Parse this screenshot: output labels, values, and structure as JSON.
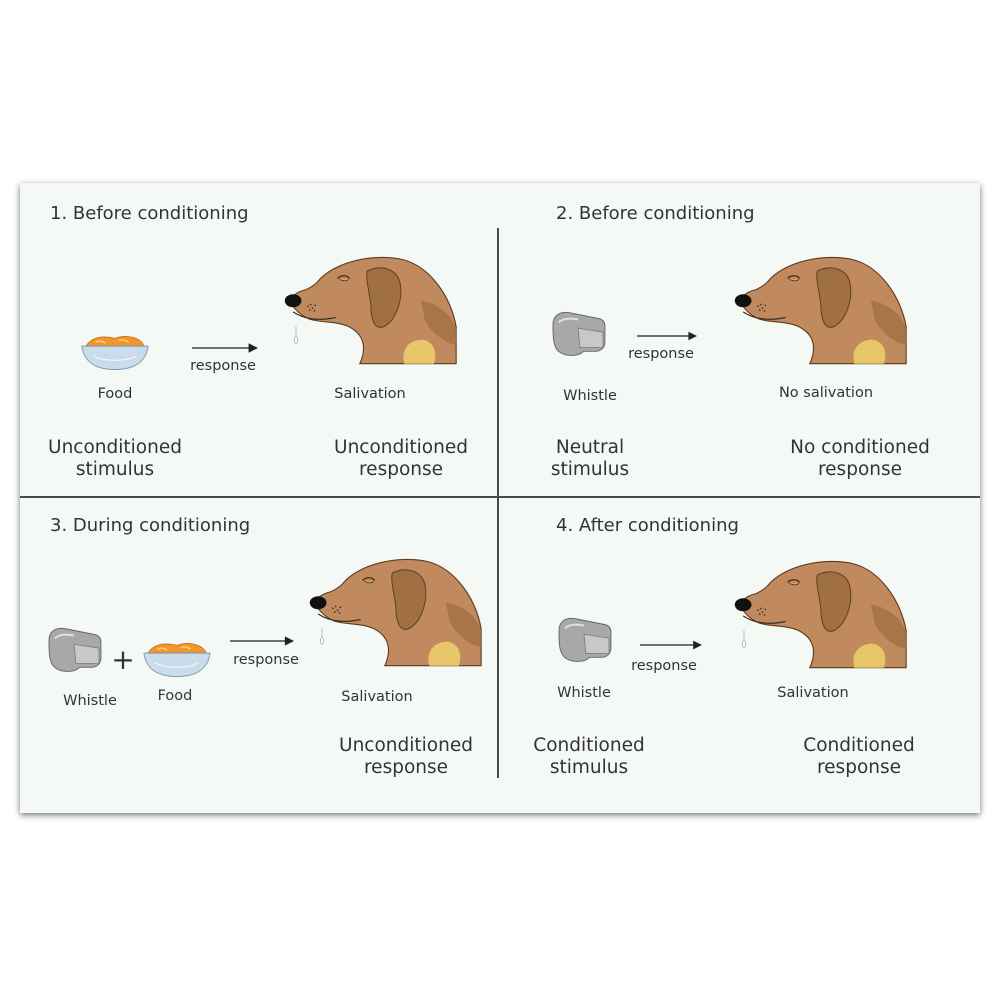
{
  "panels": [
    {
      "title": "1. Before conditioning",
      "response_label": "response",
      "stimulus_label": "Food",
      "result_label": "Salivation",
      "stimulus_term": [
        "Unconditioned",
        "stimulus"
      ],
      "response_term": [
        "Unconditioned",
        "response"
      ]
    },
    {
      "title": "2. Before conditioning",
      "response_label": "response",
      "stimulus_label": "Whistle",
      "result_label": "No salivation",
      "stimulus_term": [
        "Neutral",
        "stimulus"
      ],
      "response_term": [
        "No conditioned",
        "response"
      ]
    },
    {
      "title": "3. During conditioning",
      "response_label": "response",
      "stimulus_label_1": "Whistle",
      "plus": "+",
      "stimulus_label_2": "Food",
      "result_label": "Salivation",
      "response_term": [
        "Unconditioned",
        "response"
      ]
    },
    {
      "title": "4. After conditioning",
      "response_label": "response",
      "stimulus_label": "Whistle",
      "result_label": "Salivation",
      "stimulus_term": [
        "Conditioned",
        "stimulus"
      ],
      "response_term": [
        "Conditioned",
        "response"
      ]
    }
  ],
  "colors": {
    "background": "#f5f9f6",
    "dog_fur": "#c08a5e",
    "dog_ear": "#a06f42",
    "dog_patch": "#e8c66a",
    "food": "#f0962a",
    "bowl": "#c9dcea",
    "whistle": "#a8a8a8"
  },
  "icons": [
    "dog-head-icon",
    "food-bowl-icon",
    "whistle-icon",
    "arrow-right-icon",
    "saliva-drop-icon"
  ]
}
